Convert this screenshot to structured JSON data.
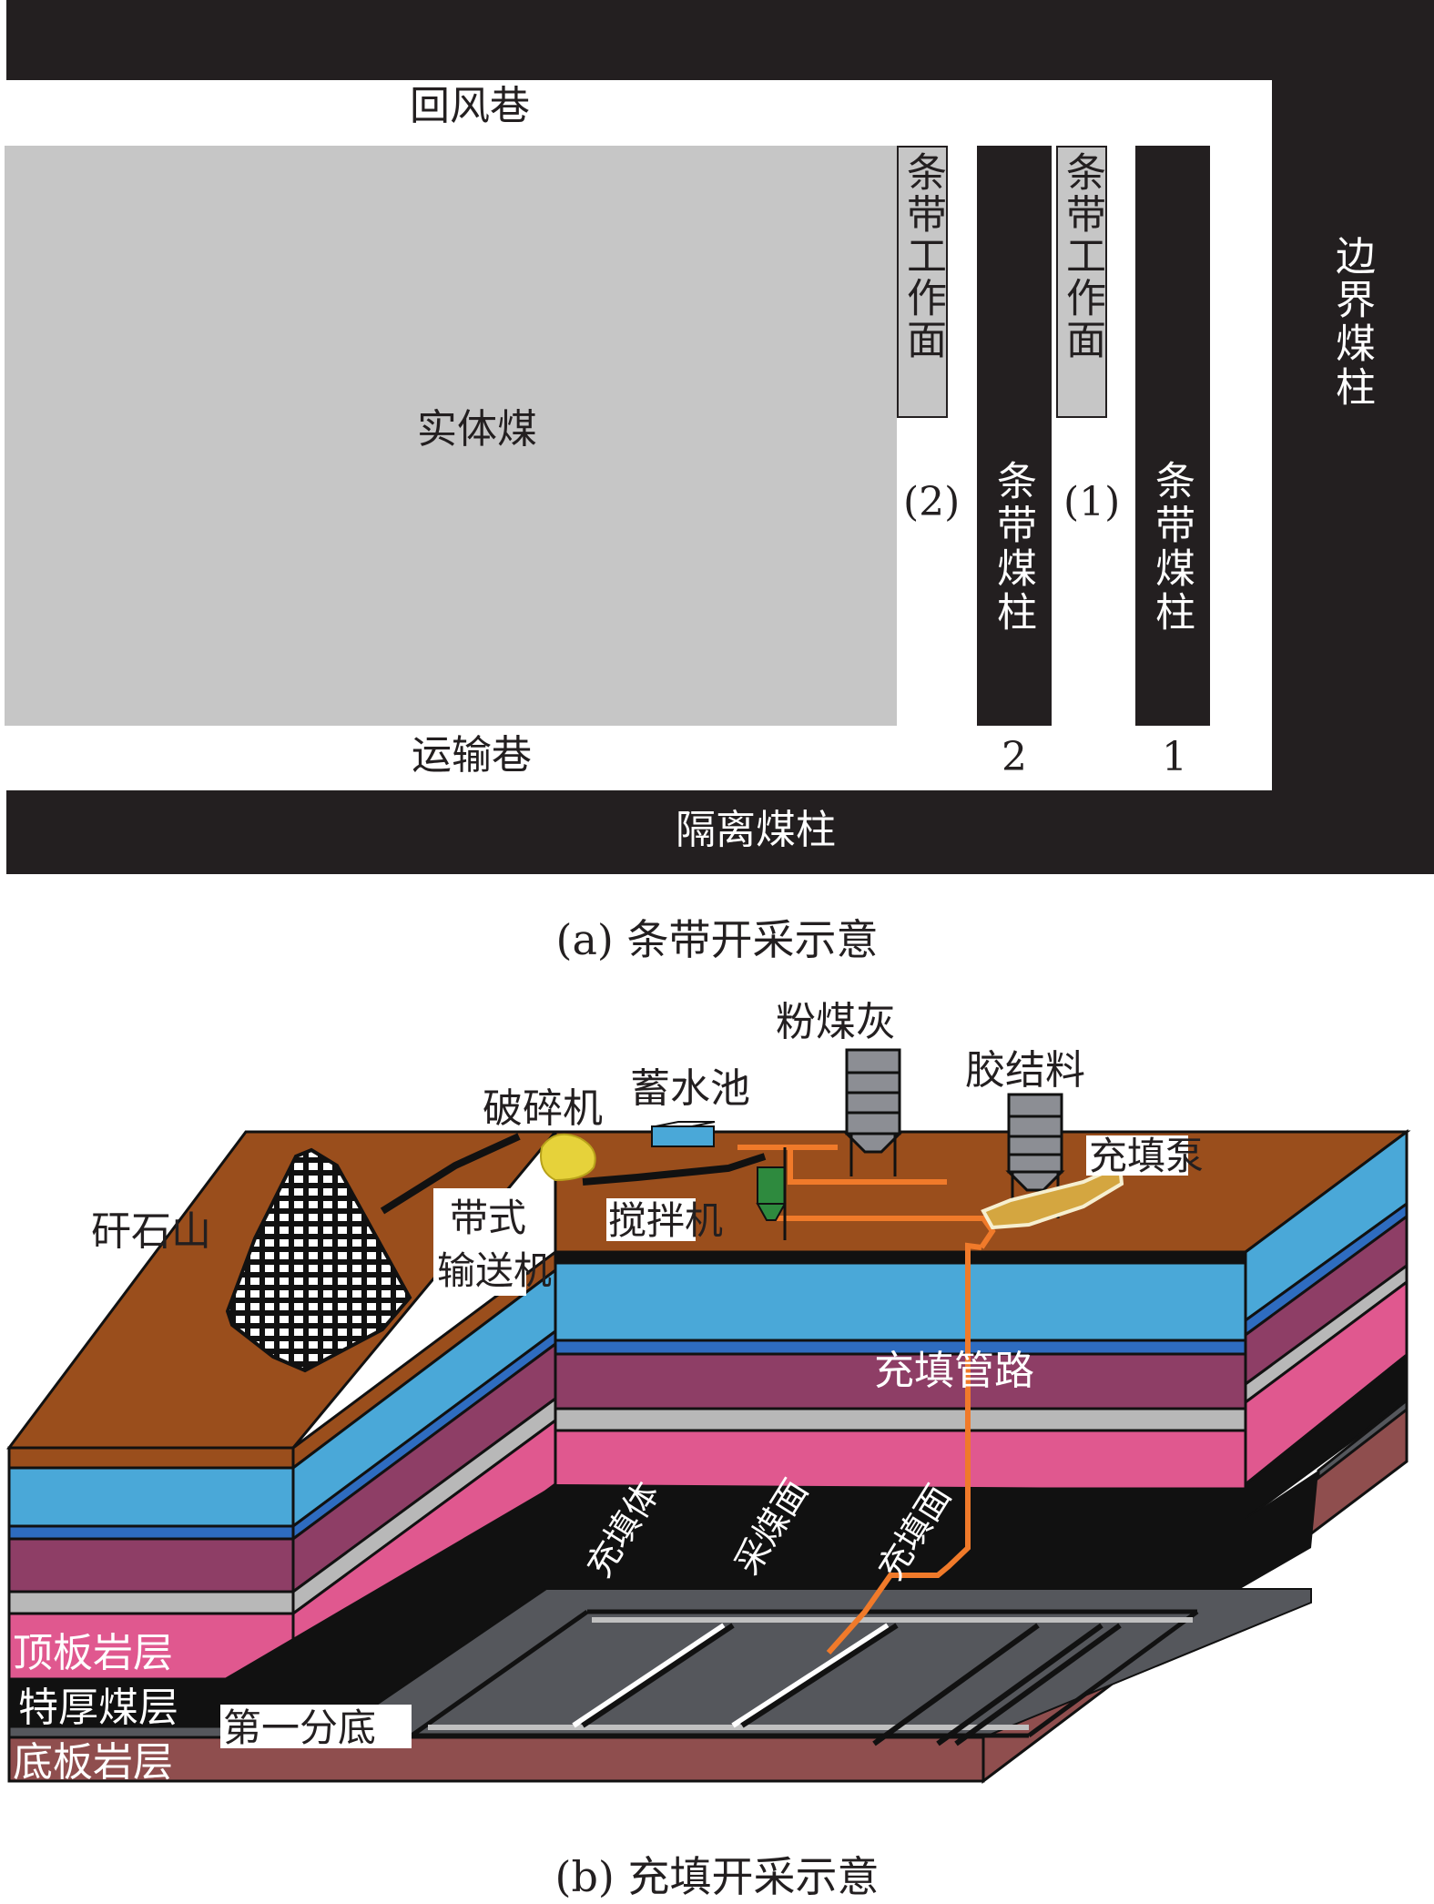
{
  "panel_a": {
    "caption": "(a) 条带开采示意",
    "return_airway": "回风巷",
    "haulage_roadway": "运输巷",
    "solid_coal": "实体煤",
    "isolation_pillar": "隔离煤柱",
    "boundary_pillar": "边界煤柱",
    "strip_faces": [
      {
        "label": "条带工作面",
        "number": "(2)"
      },
      {
        "label": "条带工作面",
        "number": "(1)"
      }
    ],
    "strip_pillars": [
      {
        "label": "条带煤柱",
        "number": "2"
      },
      {
        "label": "条带煤柱",
        "number": "1"
      }
    ],
    "colors": {
      "pillar": "#231f20",
      "coal": "#c6c6c6",
      "roadway": "#ffffff"
    }
  },
  "panel_b": {
    "caption": "(b) 充填开采示意",
    "surface_labels": {
      "gangue_hill": "矸石山",
      "crusher": "破碎机",
      "reservoir": "蓄水池",
      "fly_ash": "粉煤灰",
      "binder": "胶结料",
      "filling_pump": "充填泵",
      "belt_conveyor_line1": "带式",
      "belt_conveyor_line2": "输送机",
      "mixer": "搅拌机",
      "filling_pipeline": "充填管路"
    },
    "stratum_labels": {
      "roof": "顶板岩层",
      "thick_coal": "特厚煤层",
      "first_slice": "第一分底",
      "floor": "底板岩层"
    },
    "underground_labels": {
      "filled_body": "充填体",
      "mining_face": "采煤面",
      "filling_face": "充填面"
    },
    "colors": {
      "topsoil": "#9a4e1c",
      "aquifer": "#4aa8d8",
      "blue_band": "#2e6cc0",
      "mauve": "#8e3e66",
      "grey_band": "#b8b8b8",
      "roof_pink": "#e0588f",
      "coal": "#111111",
      "gob": "#55575c",
      "floor": "#8f4e4e",
      "pipe": "#f07a2a",
      "mixer": "#2e8a3e"
    }
  }
}
